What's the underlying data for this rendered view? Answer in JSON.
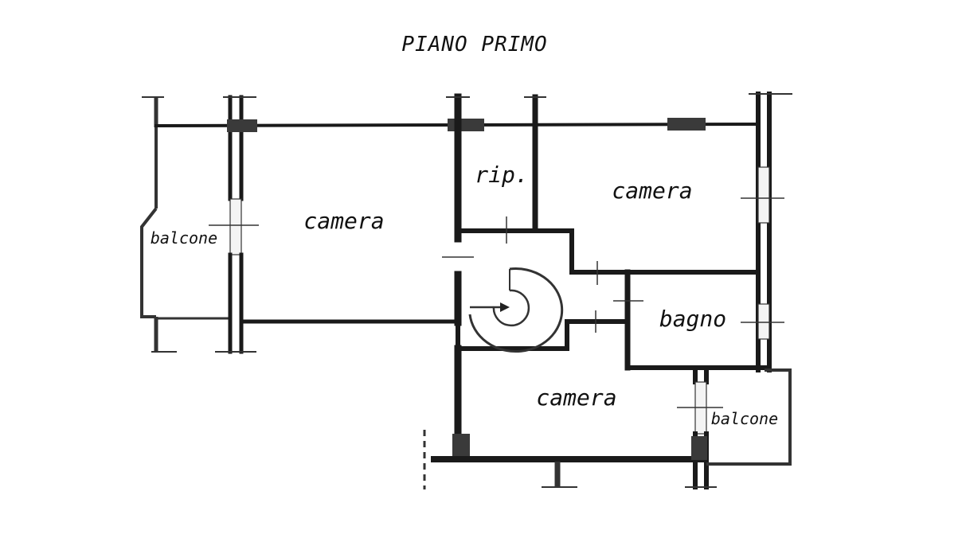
{
  "title": "PIANO PRIMO",
  "rooms": [
    {
      "id": "balcone-left",
      "label": "balcone"
    },
    {
      "id": "camera-left",
      "label": "camera"
    },
    {
      "id": "ripostiglio",
      "label": "rip."
    },
    {
      "id": "camera-top-right",
      "label": "camera"
    },
    {
      "id": "bagno",
      "label": "bagno"
    },
    {
      "id": "camera-bottom",
      "label": "camera"
    },
    {
      "id": "balcone-right",
      "label": "balcone"
    }
  ],
  "icons": [
    "spiral-staircase-icon"
  ]
}
